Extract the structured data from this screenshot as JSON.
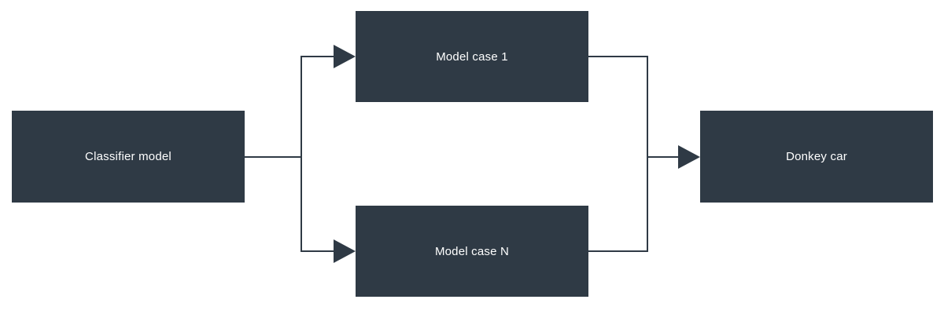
{
  "diagram": {
    "type": "flowchart",
    "background_color": "#ffffff",
    "node_fill_color": "#2f3a45",
    "node_text_color": "#ffffff",
    "connector_color": "#2f3a45",
    "nodes": [
      {
        "id": "classifier",
        "label": "Classifier model"
      },
      {
        "id": "case1",
        "label": "Model case 1"
      },
      {
        "id": "casen",
        "label": "Model case N"
      },
      {
        "id": "donkey",
        "label": "Donkey car"
      }
    ],
    "edges": [
      {
        "from": "classifier",
        "to": "case1",
        "arrowhead": "solid-triangle"
      },
      {
        "from": "classifier",
        "to": "casen",
        "arrowhead": "solid-triangle"
      },
      {
        "from": "case1",
        "to": "donkey",
        "arrowhead": "solid-triangle"
      },
      {
        "from": "casen",
        "to": "donkey",
        "arrowhead": "solid-triangle"
      }
    ]
  }
}
